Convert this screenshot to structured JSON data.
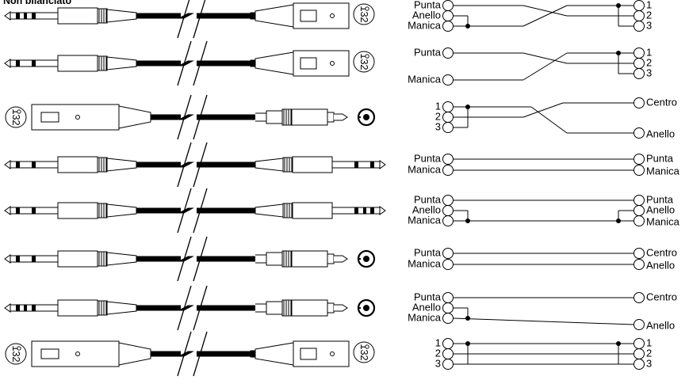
{
  "title": "Non bilanciato",
  "rows": [
    {
      "left": "trs",
      "right": "xlr-m",
      "pins_left": [
        "Punta",
        "Anello",
        "Manica"
      ],
      "pins_right": [
        "1",
        "2",
        "3"
      ],
      "xlr_right_pins": [
        "1",
        "3",
        "2"
      ]
    },
    {
      "left": "ts",
      "right": "xlr-m",
      "pins_left": [
        "Punta",
        "Manica"
      ],
      "pins_right": [
        "1",
        "2",
        "3"
      ],
      "xlr_right_pins": [
        "1",
        "3",
        "2"
      ]
    },
    {
      "left": "xlr-f",
      "right": "rca",
      "pins_left": [
        "1",
        "2",
        "3"
      ],
      "pins_right": [
        "Centro",
        "Anello"
      ],
      "xlr_left_pins": [
        "1",
        "3",
        "2"
      ]
    },
    {
      "left": "ts",
      "right": "ts",
      "pins_left": [
        "Punta",
        "Manica"
      ],
      "pins_right": [
        "Punta",
        "Manica"
      ]
    },
    {
      "left": "ts",
      "right": "trs",
      "pins_left": [
        "Punta",
        "Anello",
        "Manica"
      ],
      "pins_right": [
        "Punta",
        "Anello",
        "Manica"
      ]
    },
    {
      "left": "ts",
      "right": "rca",
      "pins_left": [
        "Punta",
        "Manica"
      ],
      "pins_right": [
        "Centro",
        "Anello"
      ]
    },
    {
      "left": "trs",
      "right": "rca",
      "pins_left": [
        "Punta",
        "Anello",
        "Manica"
      ],
      "pins_right": [
        "Centro",
        "Anello"
      ]
    },
    {
      "left": "xlr-f",
      "right": "xlr-m",
      "pins_left": [
        "1",
        "2",
        "3"
      ],
      "pins_right": [
        "1",
        "2",
        "3"
      ],
      "xlr_left_pins": [
        "1",
        "3",
        "2"
      ],
      "xlr_right_pins": [
        "1",
        "3",
        "2"
      ]
    }
  ]
}
